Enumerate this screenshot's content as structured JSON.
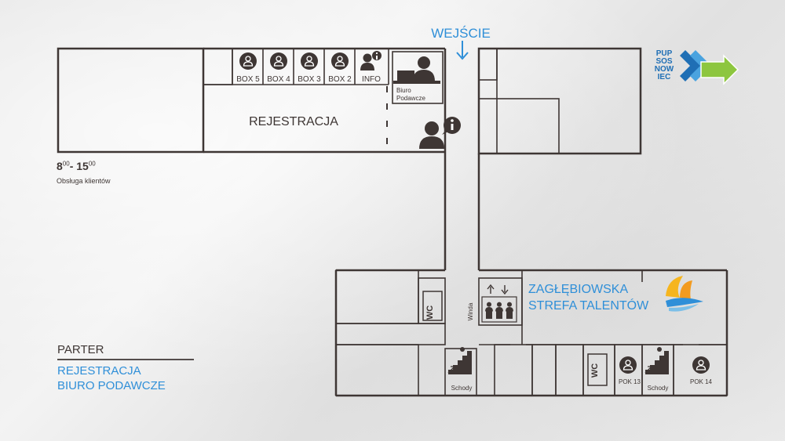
{
  "entrance": "WEJŚCIE",
  "registration_label": "REJESTRACJA",
  "boxes": [
    "BOX 5",
    "BOX 4",
    "BOX 3",
    "BOX 2"
  ],
  "info_label": "INFO",
  "office_label": [
    "Biuro",
    "Podawcze"
  ],
  "hours": {
    "from": "8",
    "from_sup": "00",
    "sep": "- ",
    "to": "15",
    "to_sup": "00",
    "caption": "Obsługa klientów"
  },
  "wc": "WC",
  "elevator": "Winda",
  "stairs": "Schody",
  "talent_zone": [
    "ZAGŁĘBIOWSKA",
    "STREFA TALENTÓW"
  ],
  "rooms": {
    "pok13": "POK 13",
    "pok14": "POK 14"
  },
  "legend": {
    "floor": "PARTER",
    "item1": "REJESTRACJA",
    "item2": "BIURO PODAWCZE"
  },
  "logo": {
    "letters": [
      "PUP",
      "SOS",
      "NOW",
      "IEC"
    ]
  },
  "colors": {
    "line": "#3e3634",
    "accent": "#2f8fd8",
    "arrow_green": "#8dc63f",
    "logo_blue": "#1f6fb5"
  }
}
